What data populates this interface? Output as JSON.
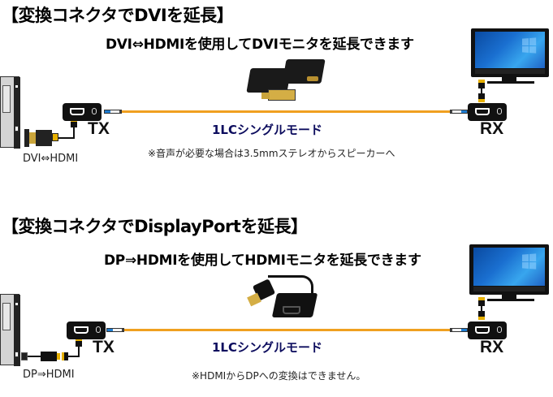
{
  "section_dvi": {
    "title": "【変換コネクタでDVIを延長】",
    "subtitle": "DVI⇔HDMIを使用してDVIモニタを延長できます",
    "tx_label": "TX",
    "rx_label": "RX",
    "fiber_label": "1LCシングルモード",
    "note": "※音声が必要な場合は3.5mmステレオからスピーカーへ",
    "adapter_label": "DVI⇔HDMI",
    "adapter_image": "dvi-hdmi-adapter"
  },
  "section_dp": {
    "title": "【変換コネクタでDisplayPortを延長】",
    "subtitle": "DP⇒HDMIを使用してHDMIモニタを延長できます",
    "tx_label": "TX",
    "rx_label": "RX",
    "fiber_label": "1LCシングルモード",
    "note": "※HDMIからDPへの変換はできません。",
    "adapter_label": "DP⇒HDMI",
    "adapter_image": "dp-hdmi-adapter-cable"
  },
  "colors": {
    "fiber": "#f0a020",
    "fiber_label": "#0d0d5e",
    "connector_gold": "#e6b000",
    "lc_blue": "#1e7cd0",
    "screen_blue": "#1a6fd0"
  }
}
